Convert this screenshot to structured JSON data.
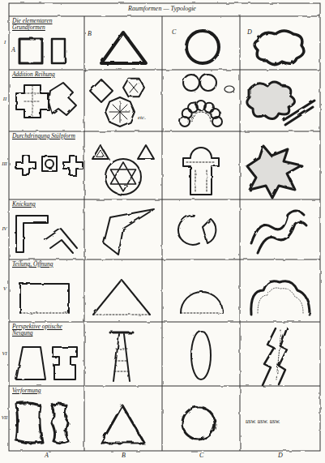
{
  "diagram": {
    "title": "Raumformen — Typologie",
    "labels": [
      "Die elementaren Grundformen",
      "Addition Reihung",
      "Durchdringung Stülpform",
      "Knickung",
      "Teilung, Öffnung",
      "Perspektive optische Neigung",
      "Verformung",
      "I",
      "II",
      "III",
      "IV",
      "V",
      "VI",
      "VII",
      "A",
      "B",
      "C",
      "D",
      "etc.",
      "usw. usw. usw.",
      "A",
      "B",
      "C",
      "D"
    ]
  }
}
